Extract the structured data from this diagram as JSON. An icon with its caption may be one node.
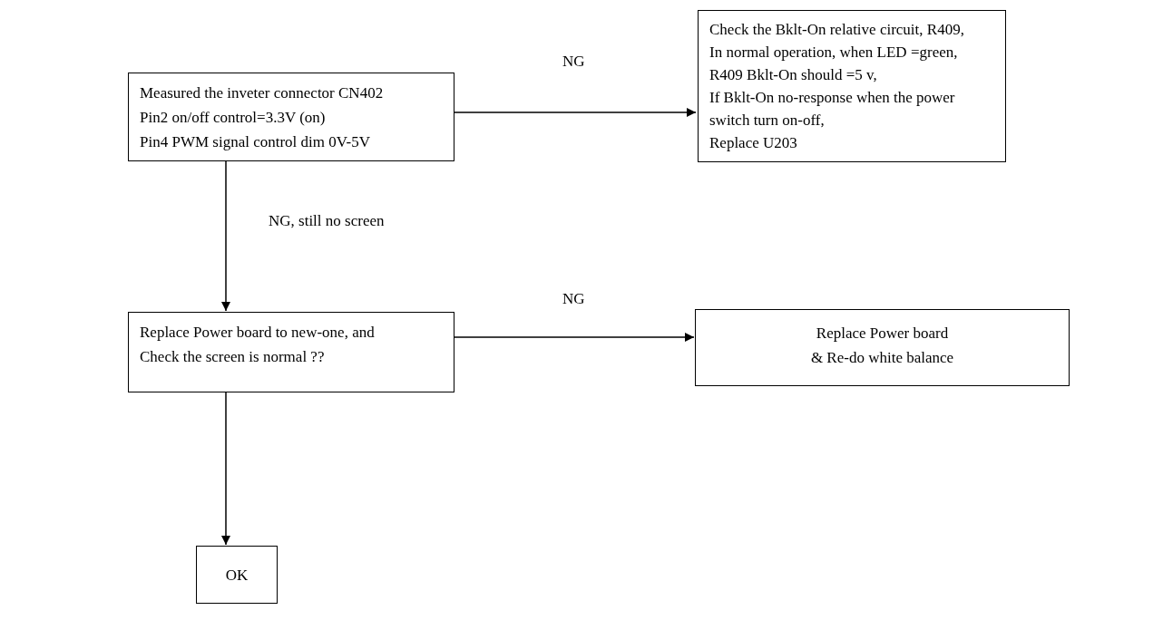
{
  "diagram": {
    "nodes": [
      {
        "text": [
          "Measured the inveter connector CN402",
          "Pin2 on/off control=3.3V (on)",
          "Pin4 PWM signal control dim 0V-5V"
        ]
      },
      {
        "text": [
          "Check the Bklt-On relative circuit, R409,",
          "In normal operation, when LED =green,",
          "R409 Bklt-On should =5 v,",
          "If Bklt-On no-response when the power switch turn on-off,",
          "Replace U203"
        ]
      },
      {
        "text": [
          "Replace Power board to new-one, and",
          "Check the screen is normal ??"
        ]
      },
      {
        "text": [
          "Replace Power board",
          "& Re-do white balance"
        ]
      },
      {
        "text": [
          "OK"
        ]
      }
    ],
    "edges": [
      {
        "from": 0,
        "to": 1,
        "arrow": "to",
        "label": "NG"
      },
      {
        "from": 0,
        "to": 2,
        "arrow": "to",
        "label": "NG, still no screen"
      },
      {
        "from": 2,
        "to": 3,
        "arrow": "to",
        "label": "NG"
      },
      {
        "from": 2,
        "to": 4,
        "arrow": "to"
      }
    ]
  }
}
